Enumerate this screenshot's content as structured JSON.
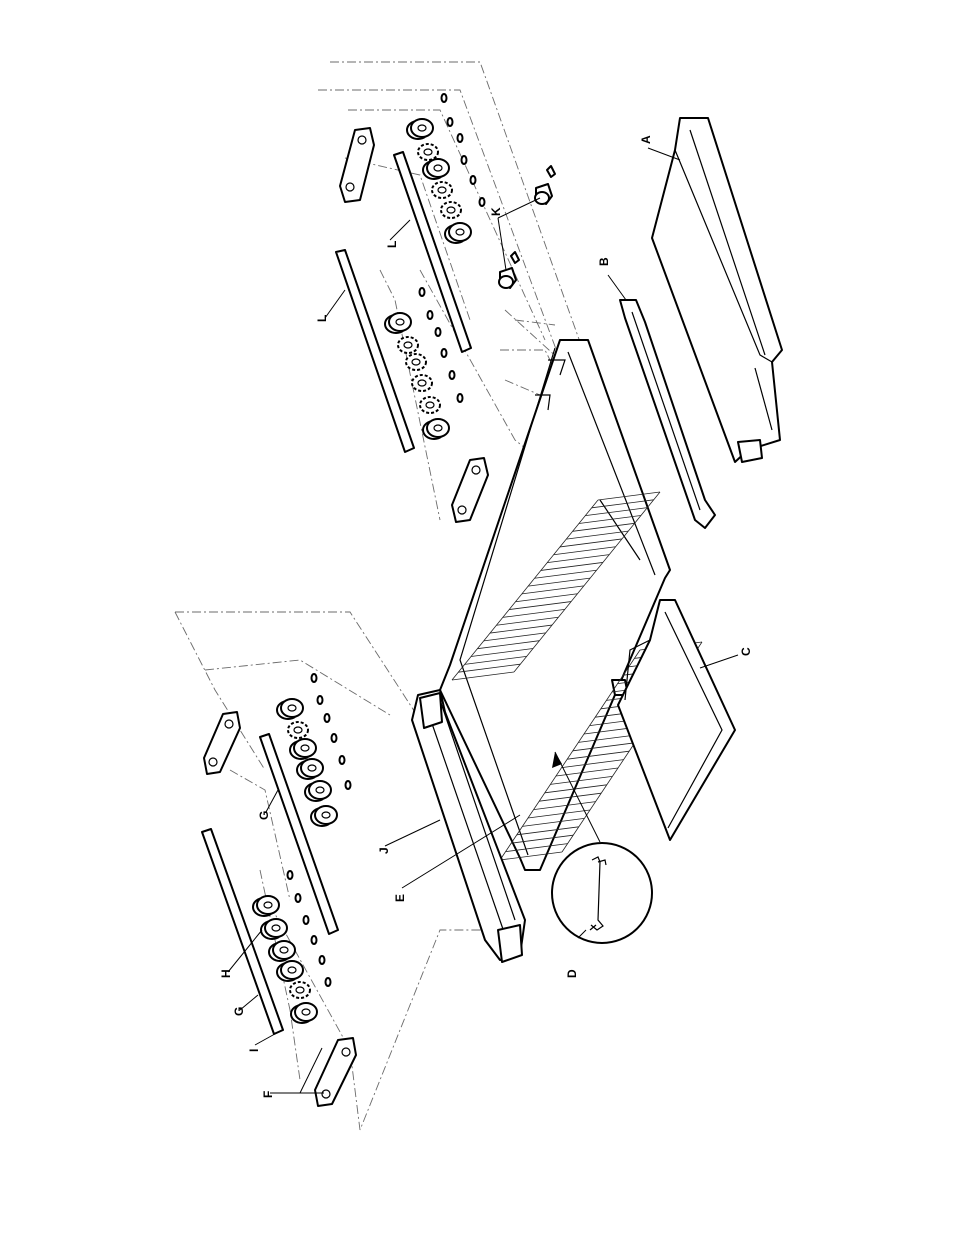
{
  "callouts": {
    "a": "A",
    "b": "B",
    "c": "C",
    "d": "D",
    "e": "E",
    "f": "F",
    "g1": "G",
    "g2": "G",
    "h": "H",
    "i": "I",
    "j": "J",
    "k": "K",
    "l1": "L",
    "l2": "L"
  }
}
